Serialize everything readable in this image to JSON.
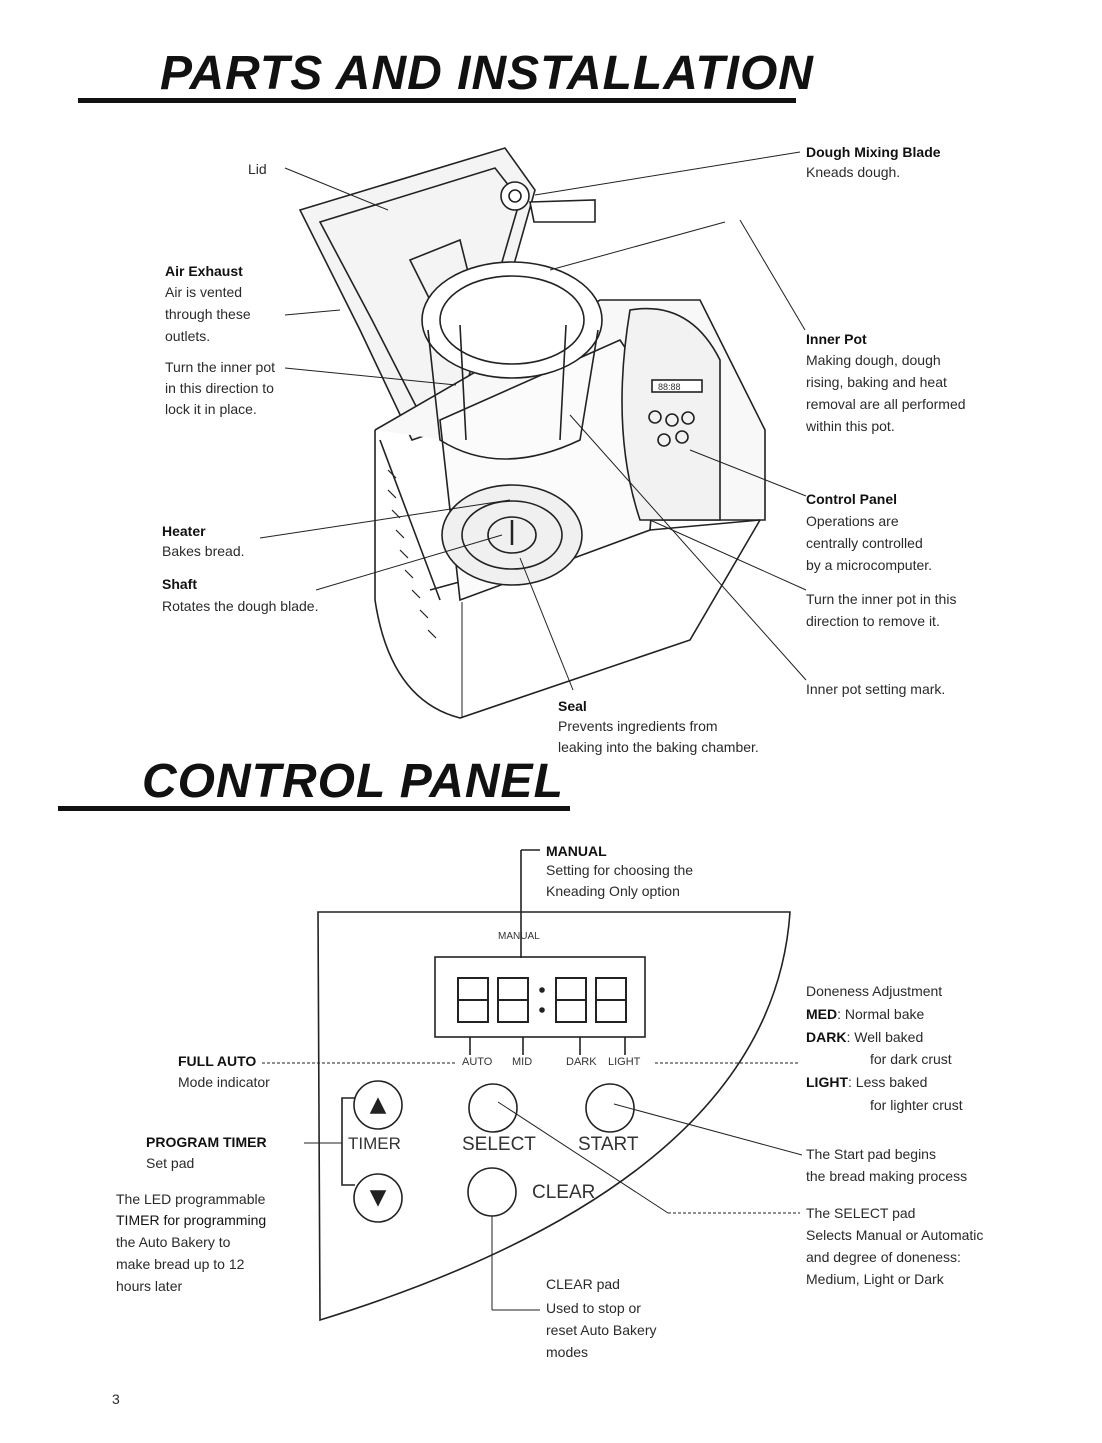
{
  "headings": {
    "parts": "PARTS AND INSTALLATION",
    "control": "CONTROL PANEL"
  },
  "parts": {
    "lid": "Lid",
    "dough_blade_title": "Dough Mixing Blade",
    "dough_blade_desc": "Kneads dough.",
    "air_exhaust_title": "Air Exhaust",
    "air_exhaust_desc": [
      "Air is vented",
      "through these",
      "outlets."
    ],
    "turn_lock": [
      "Turn the inner pot",
      "in this direction to",
      "lock it in place."
    ],
    "inner_pot_title": "Inner Pot",
    "inner_pot_desc": [
      "Making dough, dough",
      "rising, baking and heat",
      "removal are all performed",
      "within this pot."
    ],
    "control_panel_title": "Control Panel",
    "control_panel_desc": [
      "Operations are",
      "centrally controlled",
      "by a microcomputer."
    ],
    "turn_remove": [
      "Turn the inner pot in this",
      "direction to remove it."
    ],
    "heater_title": "Heater",
    "heater_desc": "Bakes bread.",
    "shaft_title": "Shaft",
    "shaft_desc": "Rotates the dough blade.",
    "setting_mark": "Inner pot setting mark.",
    "seal_title": "Seal",
    "seal_desc": [
      "Prevents ingredients from",
      "leaking into the baking chamber."
    ],
    "mini_display": "88:88"
  },
  "control": {
    "manual_title": "MANUAL",
    "manual_desc": [
      "Setting for choosing the",
      "Kneading Only option"
    ],
    "panel_manual": "MANUAL",
    "display": "88:88",
    "full_auto_title": "FULL AUTO",
    "full_auto_desc": "Mode indicator",
    "indicators": {
      "auto": "AUTO",
      "mid": "MID",
      "dark": "DARK",
      "light": "LIGHT"
    },
    "timer_label": "TIMER",
    "select_label": "SELECT",
    "start_label": "START",
    "clear_label": "CLEAR",
    "program_timer_title": "PROGRAM TIMER",
    "program_timer_desc": "Set pad",
    "led_text": [
      "The LED programmable",
      "TIMER for programming",
      "the Auto Bakery to",
      "make bread up to 12",
      "hours later"
    ],
    "doneness_title": "Doneness Adjustment",
    "med": {
      "key": "MED",
      "text": ": Normal bake"
    },
    "dark": {
      "key": "DARK",
      "text": ": Well baked"
    },
    "dark_sub": "for dark crust",
    "light": {
      "key": "LIGHT",
      "text": ": Less baked"
    },
    "light_sub": "for lighter crust",
    "start_pad": [
      "The Start pad begins",
      "the bread making process"
    ],
    "select_pad_title": "The SELECT pad",
    "select_pad_desc": [
      "Selects Manual or Automatic",
      "and degree of doneness:",
      "Medium, Light or Dark"
    ],
    "clear_pad_title": "CLEAR pad",
    "clear_pad_desc": [
      "Used to stop or",
      "reset Auto Bakery",
      "modes"
    ]
  },
  "page_number": "3"
}
